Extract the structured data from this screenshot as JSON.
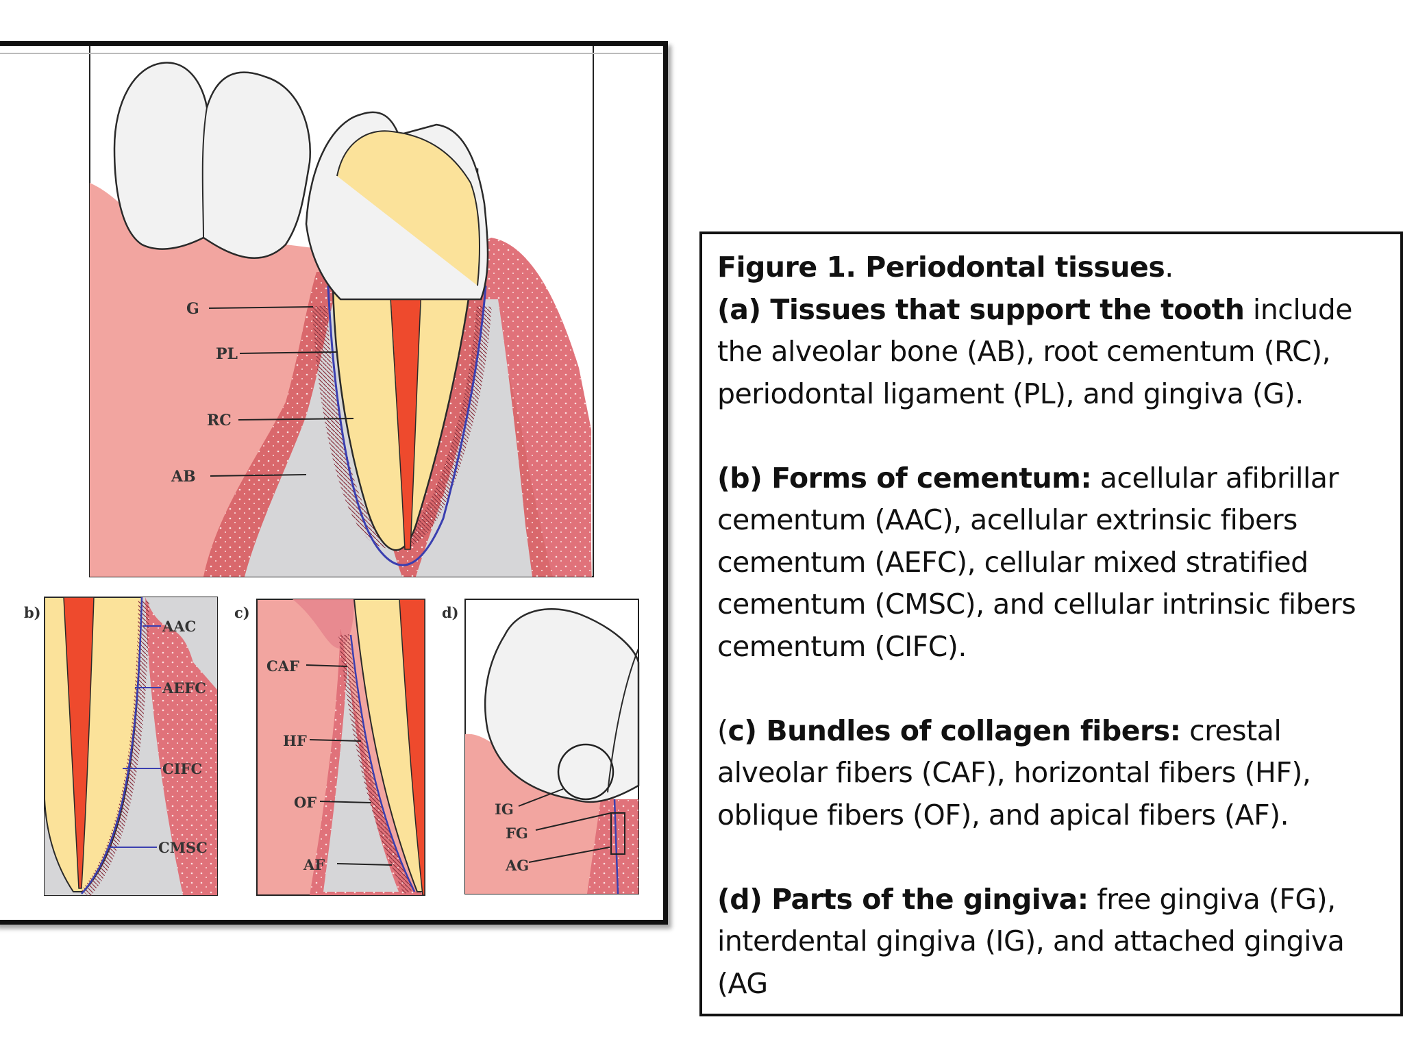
{
  "diagram": {
    "panel_labels": {
      "b": "b)",
      "c": "c)",
      "d": "d)"
    },
    "panel_a_labels": {
      "g": "G",
      "pl": "PL",
      "rc": "RC",
      "ab": "AB"
    },
    "panel_b_labels": {
      "aac": "AAC",
      "aefc": "AEFC",
      "cifc": "CIFC",
      "cmsc": "CMSC"
    },
    "panel_c_labels": {
      "caf": "CAF",
      "hf": "HF",
      "of": "OF",
      "af": "AF"
    },
    "panel_d_labels": {
      "ig": "IG",
      "fg": "FG",
      "ag": "AG"
    }
  },
  "caption": {
    "title": "Figure 1. Periodontal tissues",
    "title_end": ".",
    "a_lead": " (a) Tissues that support the tooth",
    "a_text": " include the alveolar bone (AB), root cementum (RC), periodontal ligament (PL), and gingiva (G).",
    "b_lead": "(b) Forms of cementum:",
    "b_text": " acellular afibrillar cementum (AAC), acellular extrinsic fibers cementum (AEFC), cellular mixed stratified cementum (CMSC), and cellular intrinsic fibers cementum (CIFC).",
    "c_paren": "(",
    "c_lead": "c) Bundles of collagen fibers:",
    "c_text": " crestal alveolar fibers (CAF), horizontal fibers (HF), oblique fibers (OF), and apical fibers (AF).",
    "d_lead": " (d) Parts of the gingiva:",
    "d_text": " free gingiva (FG), interdental gingiva (IG), and attached gingiva (AG"
  },
  "colors": {
    "gingiva": "#f2a5a0",
    "bone_edge": "#d9686c",
    "bone_gray": "#d6d6d8",
    "dentin": "#fbe29a",
    "pulp": "#ee4a2d",
    "enamel": "#f2f2f2",
    "cementum_line": "#3a3fb0"
  }
}
